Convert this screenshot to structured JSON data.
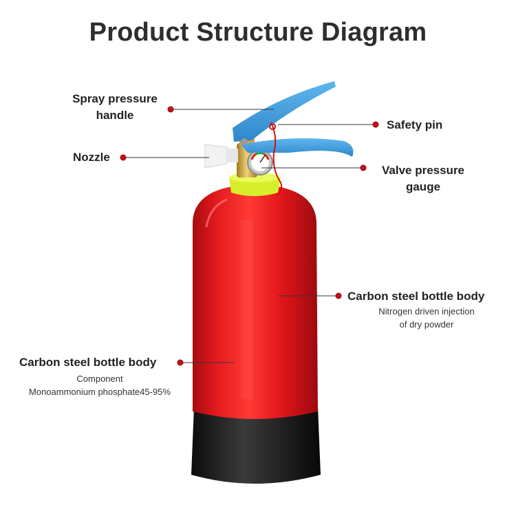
{
  "title": "Product Structure Diagram",
  "labels": {
    "spray_handle": [
      "Spray pressure",
      "handle"
    ],
    "safety_pin": "Safety pin",
    "nozzle": "Nozzle",
    "valve_gauge": [
      "Valve pressure",
      "gauge"
    ],
    "body_right": {
      "heading": "Carbon steel bottle body",
      "lines": [
        "Nitrogen driven injection",
        "of dry powder"
      ]
    },
    "body_left": {
      "heading": "Carbon steel bottle body",
      "lines": [
        "Component",
        "Monoammonium phosphate45-95%"
      ]
    }
  },
  "colors": {
    "bottle_red": "#e3161b",
    "handle_blue": "#3f9ddc",
    "collar_yellow": "#d7ef2a",
    "base_black": "#1b1b1b",
    "marker_red": "#c8101a"
  }
}
